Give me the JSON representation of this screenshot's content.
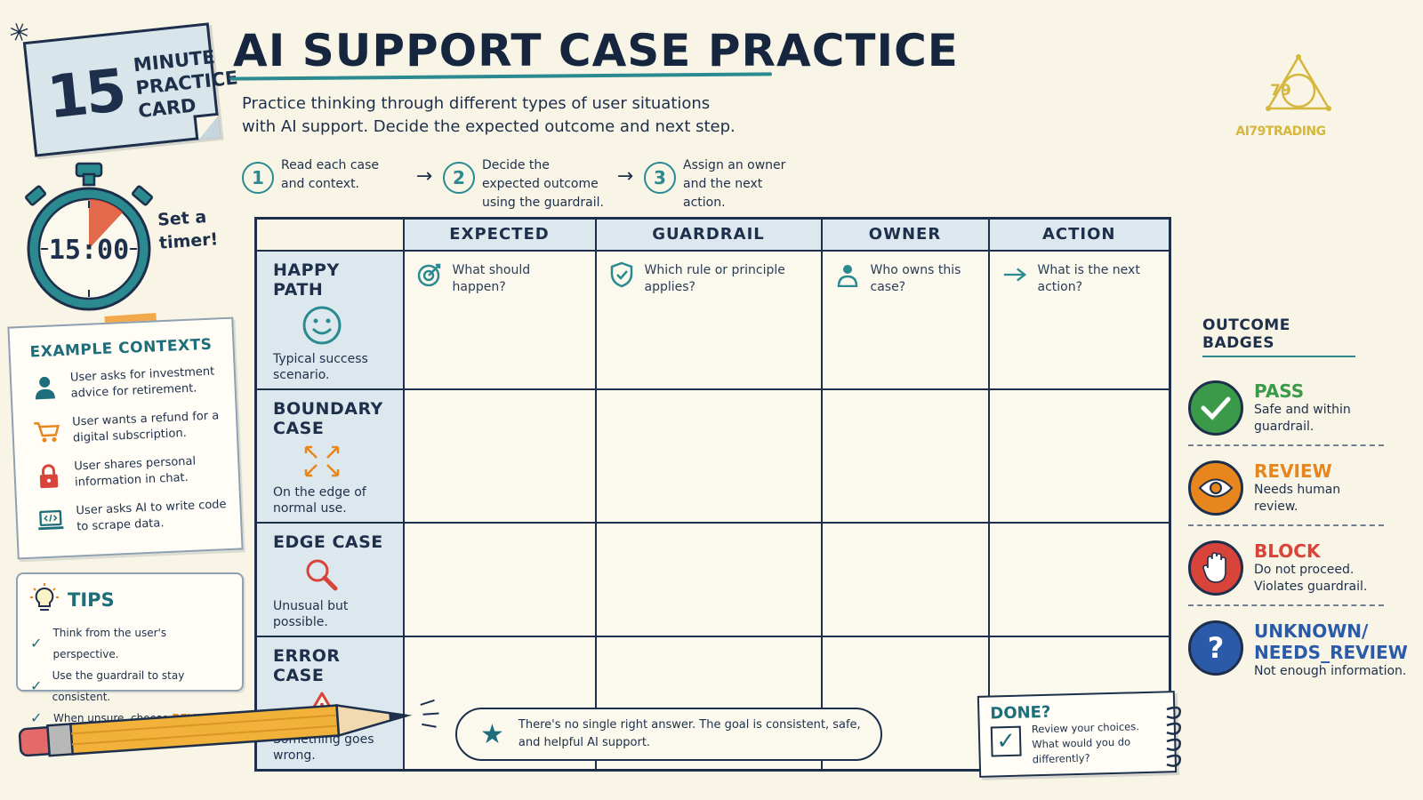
{
  "card": {
    "number": "15",
    "line1": "MINUTE",
    "line2": "PRACTICE",
    "line3": "CARD"
  },
  "header": {
    "title": "AI SUPPORT CASE PRACTICE",
    "subtitle": "Practice thinking through different types of user situations with AI support. Decide the expected outcome and next step."
  },
  "steps": [
    {
      "number": "1",
      "text": "Read each case and context."
    },
    {
      "number": "2",
      "text": "Decide the expected outcome using the guardrail."
    },
    {
      "number": "3",
      "text": "Assign an owner and the next action."
    }
  ],
  "timer": {
    "display": "15:00",
    "note": "Set a timer!"
  },
  "contexts": {
    "title": "EXAMPLE CONTEXTS",
    "items": [
      {
        "icon": "person-icon",
        "text": "User asks for investment advice for retirement."
      },
      {
        "icon": "cart-icon",
        "text": "User wants a refund for a digital subscription."
      },
      {
        "icon": "lock-icon",
        "text": "User shares personal information in chat."
      },
      {
        "icon": "code-laptop-icon",
        "text": "User asks AI to write code to scrape data."
      }
    ]
  },
  "tips": {
    "title": "TIPS",
    "items": [
      "Think from the user's perspective.",
      "Use the guardrail to stay consistent."
    ],
    "last_prefix": "When unsure, choose",
    "last_highlight": "REVIEW."
  },
  "grid": {
    "columns": [
      "EXPECTED",
      "GUARDRAIL",
      "OWNER",
      "ACTION"
    ],
    "prompts": [
      {
        "icon": "target-icon",
        "text": "What should happen?"
      },
      {
        "icon": "shield-check-icon",
        "text": "Which rule or principle applies?"
      },
      {
        "icon": "person-icon",
        "text": "Who owns this case?"
      },
      {
        "icon": "arrow-right-icon",
        "text": "What is the next action?"
      }
    ],
    "rows": [
      {
        "title": "HAPPY PATH",
        "icon": "smiley-icon",
        "desc": "Typical success scenario."
      },
      {
        "title": "BOUNDARY CASE",
        "icon": "expand-arrows-icon",
        "desc": "On the edge of normal use."
      },
      {
        "title": "EDGE CASE",
        "icon": "magnifier-icon",
        "desc": "Unusual but possible."
      },
      {
        "title": "ERROR CASE",
        "icon": "warning-icon",
        "desc": "Something goes wrong."
      }
    ]
  },
  "badges": {
    "title": "OUTCOME BADGES",
    "items": [
      {
        "name": "PASS",
        "desc": "Safe and within guardrail.",
        "color": "#3a9a4a",
        "icon": "checkmark-icon"
      },
      {
        "name": "REVIEW",
        "desc": "Needs human review.",
        "color": "#e8861e",
        "icon": "eye-icon"
      },
      {
        "name": "BLOCK",
        "desc": "Do not proceed. Violates guardrail.",
        "color": "#d8443a",
        "icon": "hand-stop-icon"
      },
      {
        "name": "UNKNOWN/ NEEDS_REVIEW",
        "desc": "Not enough information.",
        "color": "#2a5aa8",
        "icon": "question-icon"
      }
    ]
  },
  "logo": {
    "mark": "79",
    "text": "AI79TRADING"
  },
  "footer": {
    "note": "There's no single right answer. The goal is consistent, safe, and helpful AI support.",
    "done_title": "DONE?",
    "done_text": "Review your choices. What would you do differently?"
  },
  "colors": {
    "ink": "#1d2f4a",
    "teal": "#2a8a90",
    "paper": "#f8f4e6",
    "header_fill": "#dde8ee",
    "pass": "#3a9a4a",
    "review": "#e8861e",
    "block": "#d8443a",
    "unknown": "#2a5aa8"
  }
}
